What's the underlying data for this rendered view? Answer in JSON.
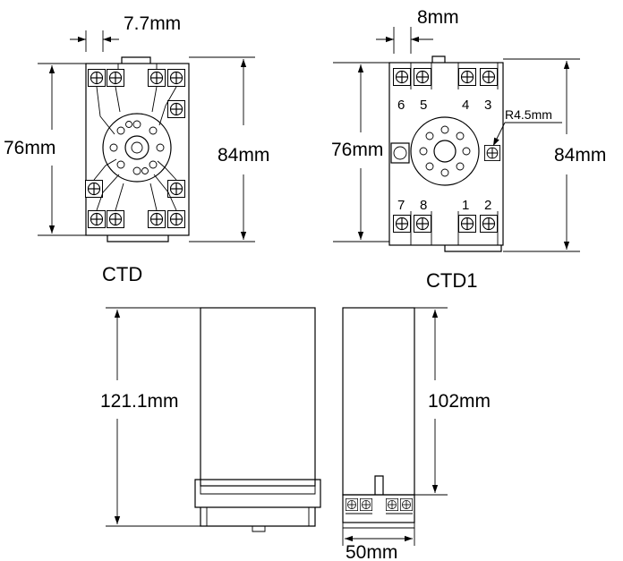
{
  "diagram": {
    "ctd": {
      "title": "CTD",
      "width_dim": "7.7mm",
      "height_inner": "76mm",
      "height_outer": "84mm"
    },
    "ctd1": {
      "title": "CTD1",
      "width_dim": "8mm",
      "height_inner": "76mm",
      "height_outer": "84mm",
      "radius_label": "R4.5mm",
      "pins_top": [
        "6",
        "5",
        "4",
        "3"
      ],
      "pins_bottom": [
        "7",
        "8",
        "1",
        "2"
      ]
    },
    "front_view": {
      "height_dim": "121.1mm"
    },
    "side_view": {
      "height_dim": "102mm",
      "width_dim": "50mm"
    }
  }
}
